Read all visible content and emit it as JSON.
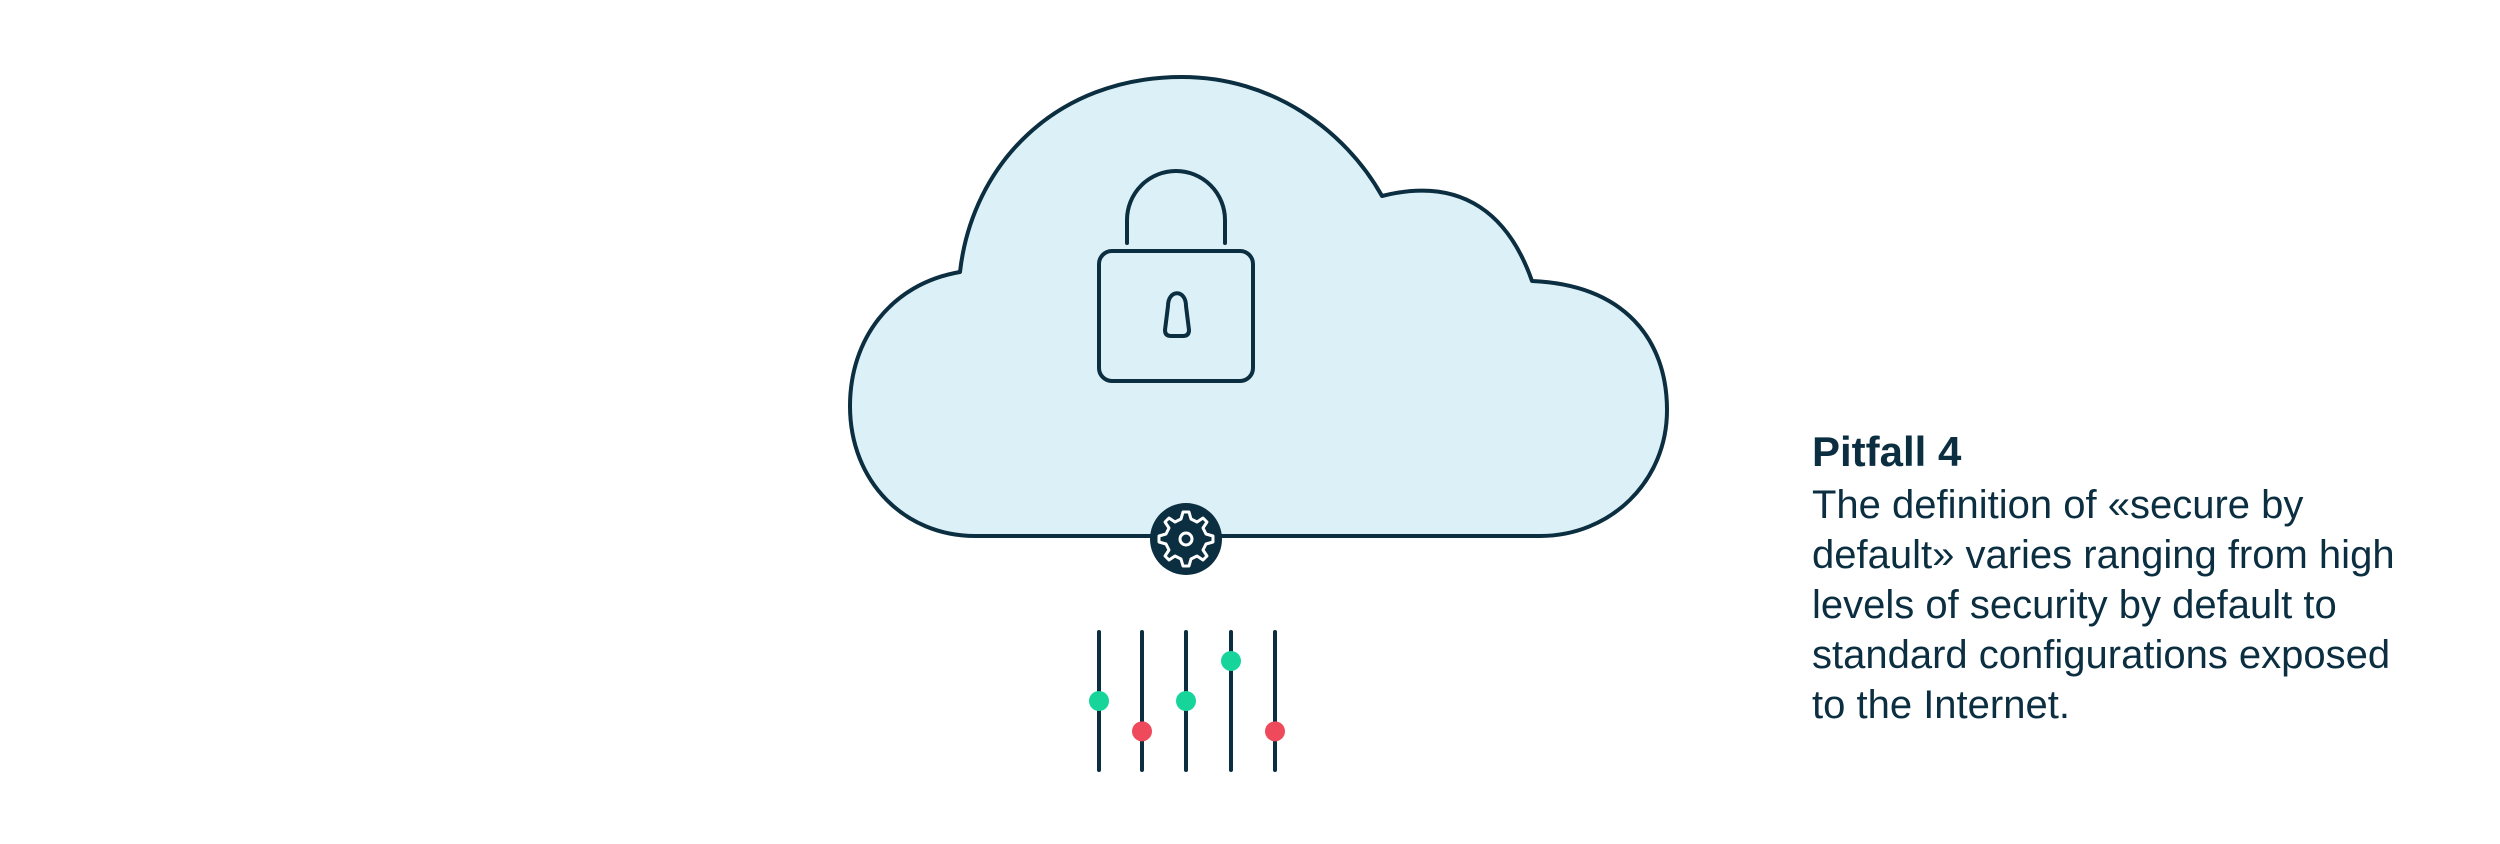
{
  "caption": {
    "title": "Pitfall 4",
    "body": "The definition of «secure by default» varies ranging from high levels of security by default to standard configurations exposed to the Internet."
  },
  "icons": {
    "cloud": "cloud-icon",
    "lock": "padlock-icon",
    "gear": "gear-icon",
    "sliders": "slider-controls-icon"
  },
  "colors": {
    "outline": "#0b2e40",
    "cloud_fill": "#dcf1f7",
    "slider_on": "#17d59a",
    "slider_off": "#ee4a5b"
  },
  "sliders": [
    {
      "level": 0.5,
      "status": "on"
    },
    {
      "level": 0.28,
      "status": "off"
    },
    {
      "level": 0.5,
      "status": "on"
    },
    {
      "level": 0.79,
      "status": "on"
    },
    {
      "level": 0.28,
      "status": "off"
    }
  ]
}
